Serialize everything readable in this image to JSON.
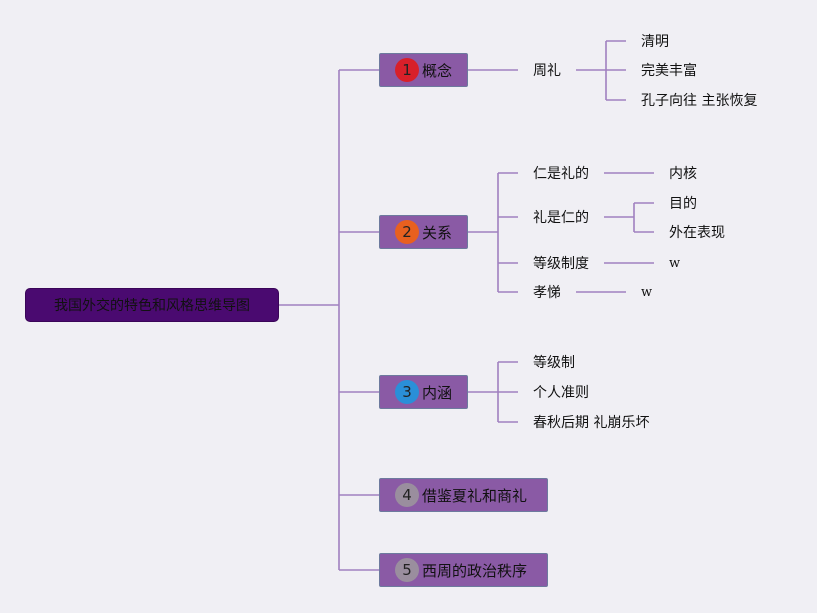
{
  "root": {
    "label": "我国外交的特色和风格思维导图"
  },
  "branches": [
    {
      "number": "1",
      "label": "概念",
      "badge_color": "#d8202a",
      "children": [
        {
          "label": "周礼",
          "children": [
            "清明",
            "完美丰富",
            "孔子向往 主张恢复"
          ]
        }
      ]
    },
    {
      "number": "2",
      "label": "关系",
      "badge_color": "#e8601f",
      "children": [
        {
          "label": "仁是礼的",
          "children": [
            "内核"
          ]
        },
        {
          "label": "礼是仁的",
          "children": [
            "目的",
            "外在表现"
          ]
        },
        {
          "label": "等级制度",
          "children": [
            "w"
          ]
        },
        {
          "label": "孝悌",
          "children": [
            "w"
          ]
        }
      ]
    },
    {
      "number": "3",
      "label": "内涵",
      "badge_color": "#2a8fd8",
      "children": [
        {
          "label": "等级制"
        },
        {
          "label": "个人准则"
        },
        {
          "label": "春秋后期 礼崩乐坏"
        }
      ]
    },
    {
      "number": "4",
      "label": "借鉴夏礼和商礼",
      "badge_color": "#9a8e9e"
    },
    {
      "number": "5",
      "label": "西周的政治秩序",
      "badge_color": "#9a8e9e"
    }
  ],
  "colors": {
    "connector": "#a080c0",
    "main_fill": "#8a5aa5",
    "root_fill": "#4a0a70",
    "background": "#f0eff4"
  }
}
